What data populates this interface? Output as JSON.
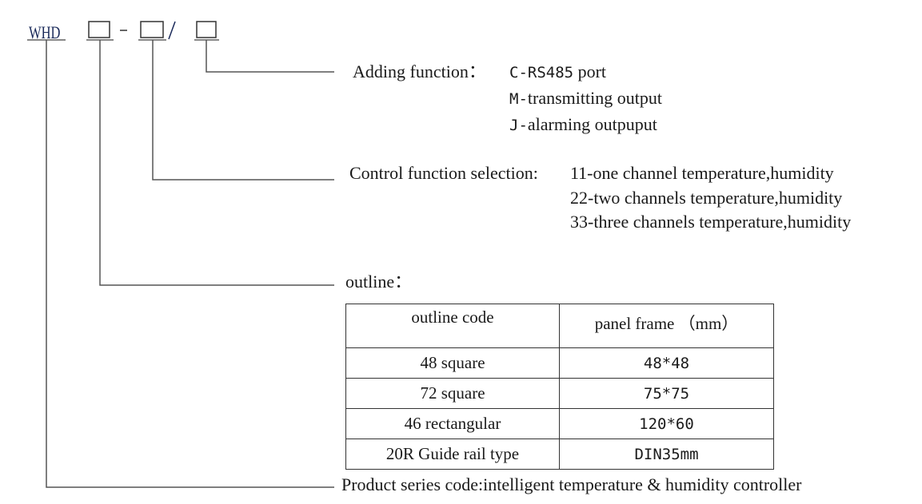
{
  "code": {
    "prefix": "WHD",
    "sep1": "-",
    "sep2": "/"
  },
  "adding_function": {
    "label": "Adding function：",
    "options": [
      {
        "code": "C-RS485",
        "text": " port"
      },
      {
        "code": "M-",
        "text": "transmitting output"
      },
      {
        "code": "J-",
        "text": "alarming outpuput"
      }
    ]
  },
  "control_function": {
    "label": "Control function selection:",
    "options": [
      "11-one channel temperature,humidity",
      "22-two channels temperature,humidity",
      "33-three channels temperature,humidity"
    ]
  },
  "outline": {
    "label": "outline：",
    "headers": [
      "outline code",
      "panel frame （mm）"
    ],
    "rows": [
      [
        "48 square",
        "48*48"
      ],
      [
        "72 square",
        "75*75"
      ],
      [
        "46 rectangular",
        "120*60"
      ],
      [
        "20R Guide rail type",
        "DIN35mm"
      ]
    ]
  },
  "product_series": {
    "label": "Product series code:intelligent temperature & humidity controller"
  }
}
